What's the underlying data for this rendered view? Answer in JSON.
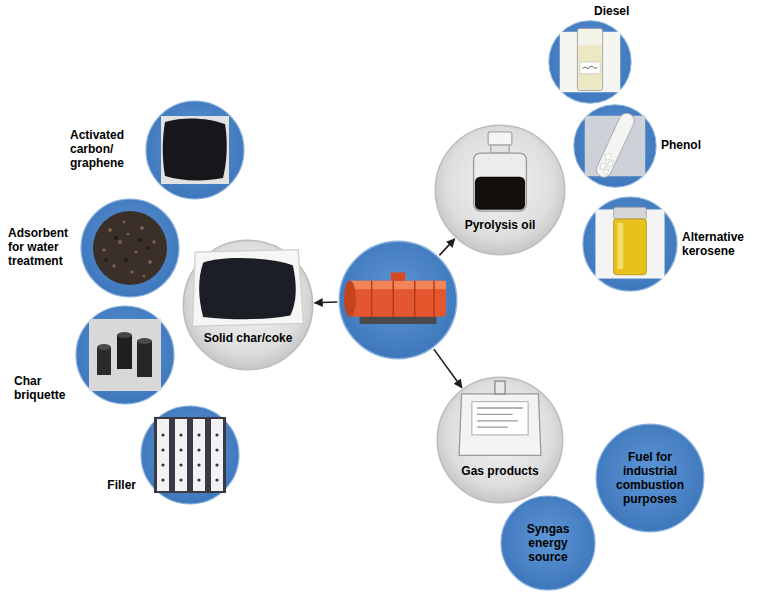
{
  "diagram": {
    "nodes": [
      {
        "text": []
      },
      {
        "text": [
          "Solid char/coke"
        ]
      },
      {
        "text": [
          "Pyrolysis oil"
        ]
      },
      {
        "text": [
          "Gas products"
        ]
      },
      {
        "text": [
          "Activated carbon/ graphene"
        ]
      },
      {
        "text": [
          "Adsorbent for water treatment"
        ]
      },
      {
        "text": [
          "Char briquette"
        ]
      },
      {
        "text": [
          "Filler"
        ]
      },
      {
        "text": [
          "Diesel"
        ]
      },
      {
        "text": [
          "Phenol"
        ]
      },
      {
        "text": [
          "Alternative kerosene"
        ]
      },
      {
        "text": [
          "Fuel for industrial combustion purposes"
        ]
      },
      {
        "text": [
          "Syngas energy source"
        ]
      }
    ],
    "edges": [
      {
        "from": 0,
        "to": 1,
        "arrow": "to"
      },
      {
        "from": 0,
        "to": 2,
        "arrow": "to"
      },
      {
        "from": 0,
        "to": 3,
        "arrow": "to"
      }
    ]
  }
}
